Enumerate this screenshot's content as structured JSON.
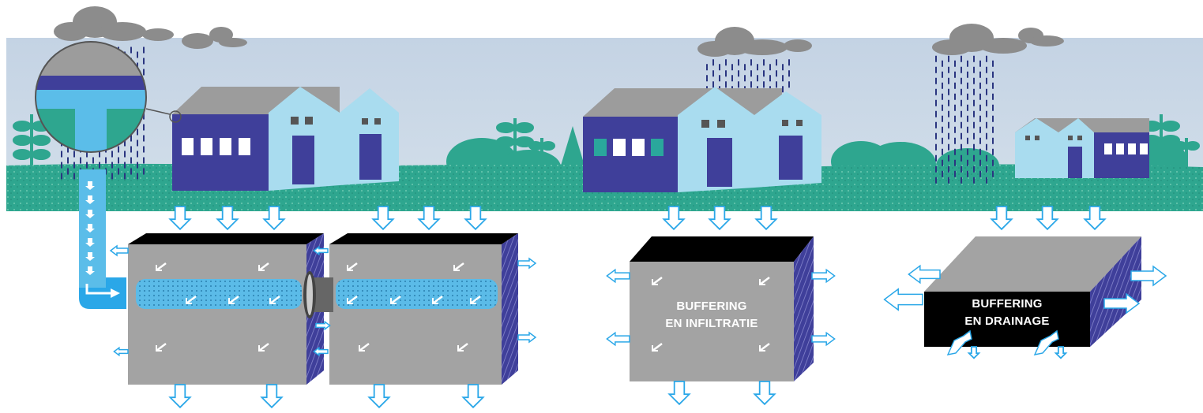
{
  "labels": {
    "infiltration": {
      "line1": "BUFFERING",
      "line2": "EN INFILTRATIE"
    },
    "drainage": {
      "line1": "BUFFERING",
      "line2": "EN DRAINAGE"
    }
  },
  "colors": {
    "sky": "#c9d7e6",
    "ground": "#2ea68f",
    "ground_dark": "#1f8a76",
    "building_front": "#3f3f9a",
    "building_side": "#a9dcef",
    "roof": "#9c9c9c",
    "box_front": "#a3a3a3",
    "box_top": "#000000",
    "box_side": "#3f3f9a",
    "water": "#2aa7e8",
    "cloud": "#8c8c8c",
    "rain": "#2a3580",
    "arrow": "#2aa7e8"
  },
  "icons": [
    "cloud-icon",
    "rain-icon",
    "building-icon",
    "tree-icon",
    "arrow-down-icon",
    "arrow-side-icon",
    "pipe-icon",
    "magnifier-icon"
  ]
}
